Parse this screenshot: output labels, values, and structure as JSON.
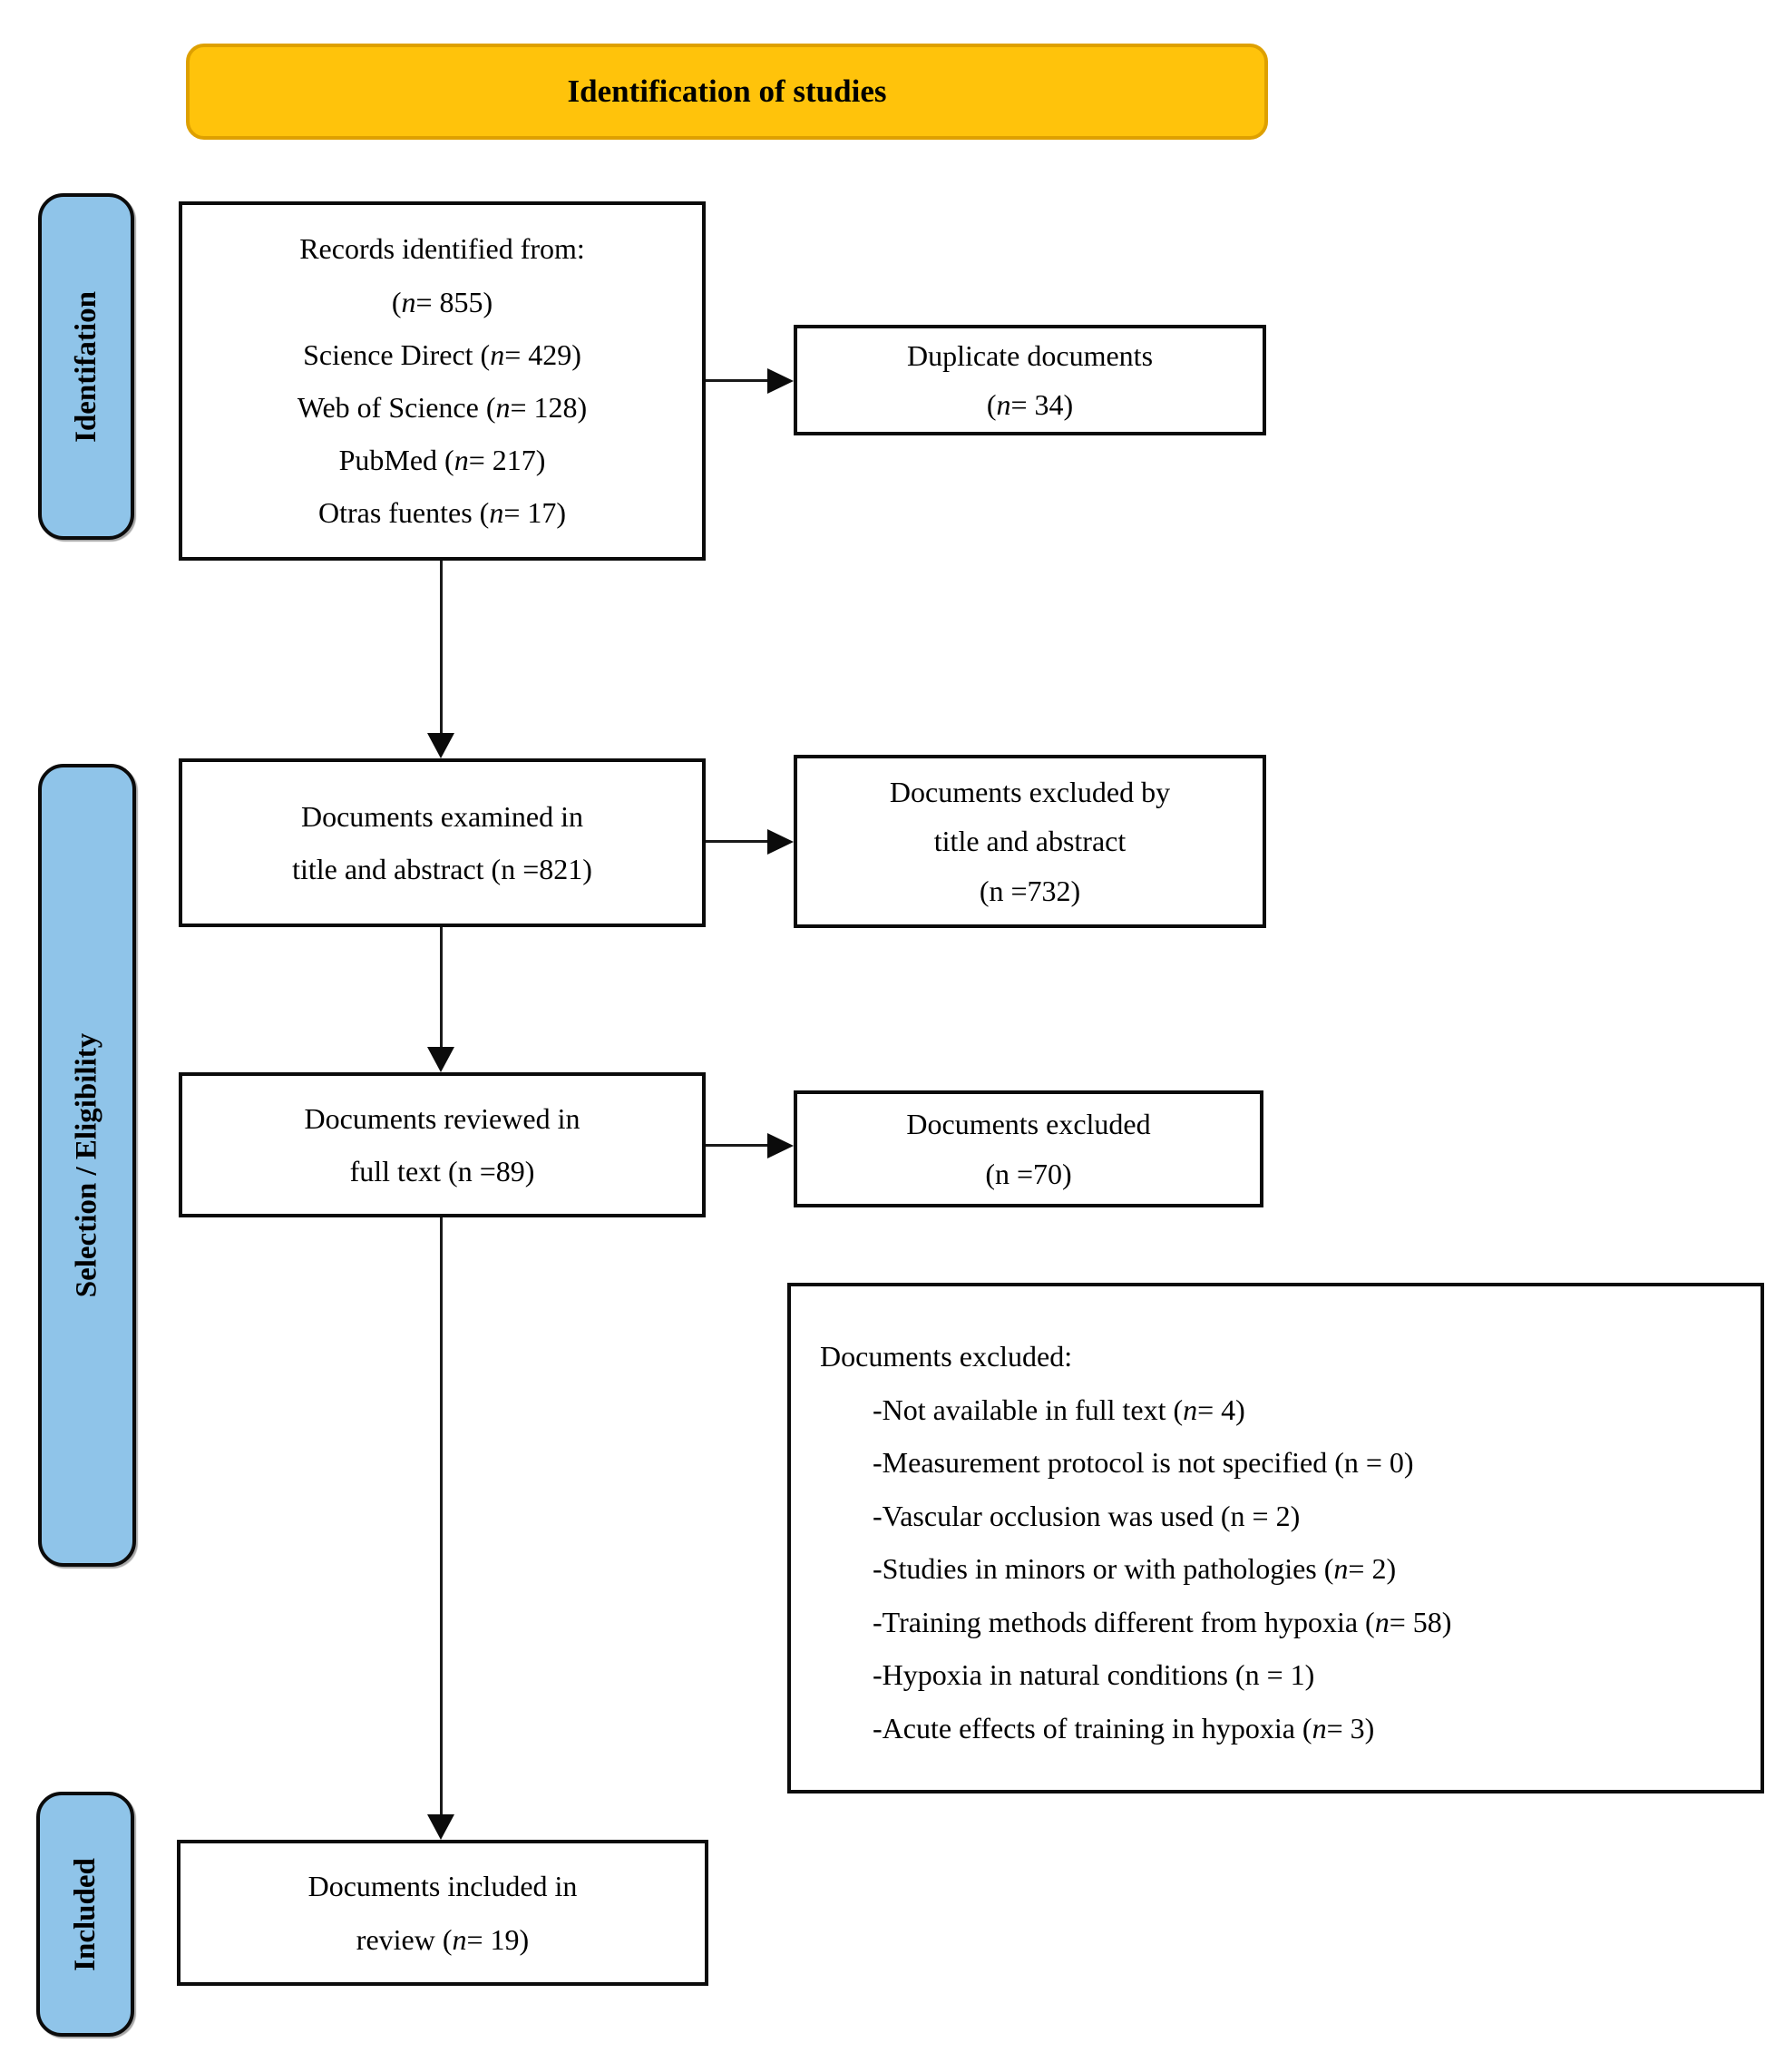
{
  "colors": {
    "banner_fill": "#FFC30B",
    "banner_border": "#DEA000",
    "stage_fill": "#8FC4E9",
    "box_border": "#0B0B0B",
    "background": "#FFFFFF"
  },
  "header": {
    "title": "Identification of studies"
  },
  "stages": {
    "identification": "Identifation",
    "selection": "Selection / Eligibility",
    "included": "Included"
  },
  "boxes": {
    "records": {
      "lines": [
        [
          [
            "Records identified from:",
            0
          ]
        ],
        [
          [
            "(",
            0
          ],
          [
            "n",
            1
          ],
          [
            "= 855)",
            0
          ]
        ],
        [
          [
            "Science Direct (",
            0
          ],
          [
            "n",
            1
          ],
          [
            "= 429)",
            0
          ]
        ],
        [
          [
            "Web of Science (",
            0
          ],
          [
            "n",
            1
          ],
          [
            "= 128)",
            0
          ]
        ],
        [
          [
            "PubMed (",
            0
          ],
          [
            "n",
            1
          ],
          [
            "= 217)",
            0
          ]
        ],
        [
          [
            "Otras fuentes (",
            0
          ],
          [
            "n",
            1
          ],
          [
            "= 17)",
            0
          ]
        ]
      ]
    },
    "duplicates": {
      "lines": [
        [
          [
            "Duplicate documents",
            0
          ]
        ],
        [
          [
            "(",
            0
          ],
          [
            "n",
            1
          ],
          [
            "= 34)",
            0
          ]
        ]
      ]
    },
    "examined": {
      "lines": [
        [
          [
            "Documents examined in",
            0
          ]
        ],
        [
          [
            "title and abstract (n =821)",
            0
          ]
        ]
      ]
    },
    "excluded_by_title": {
      "lines": [
        [
          [
            "Documents excluded by",
            0
          ]
        ],
        [
          [
            "title and abstract",
            0
          ]
        ],
        [
          [
            "(n =732)",
            0
          ]
        ]
      ]
    },
    "reviewed": {
      "lines": [
        [
          [
            "Documents reviewed in",
            0
          ]
        ],
        [
          [
            "full text (n =89)",
            0
          ]
        ]
      ]
    },
    "excluded_fulltext": {
      "lines": [
        [
          [
            "Documents excluded",
            0
          ]
        ],
        [
          [
            "(n =70)",
            0
          ]
        ]
      ]
    },
    "reasons": {
      "title": "Documents excluded:",
      "items": [
        [
          [
            "-Not available in full text (",
            0
          ],
          [
            "n",
            1
          ],
          [
            "= 4)",
            0
          ]
        ],
        [
          [
            "-Measurement protocol is not specified (n = 0)",
            0
          ]
        ],
        [
          [
            "-Vascular occlusion was used (n = 2)",
            0
          ]
        ],
        [
          [
            "-Studies in minors or with pathologies (",
            0
          ],
          [
            "n",
            1
          ],
          [
            "= 2)",
            0
          ]
        ],
        [
          [
            "-Training methods different from hypoxia (",
            0
          ],
          [
            "n",
            1
          ],
          [
            "= 58)",
            0
          ]
        ],
        [
          [
            "-Hypoxia in natural conditions (n = 1)",
            0
          ]
        ],
        [
          [
            "-Acute effects of training in hypoxia (",
            0
          ],
          [
            "n",
            1
          ],
          [
            "= 3)",
            0
          ]
        ]
      ]
    },
    "included_review": {
      "lines": [
        [
          [
            "Documents included in",
            0
          ]
        ],
        [
          [
            "review (",
            0
          ],
          [
            "n",
            1
          ],
          [
            "= 19)",
            0
          ]
        ]
      ]
    }
  }
}
